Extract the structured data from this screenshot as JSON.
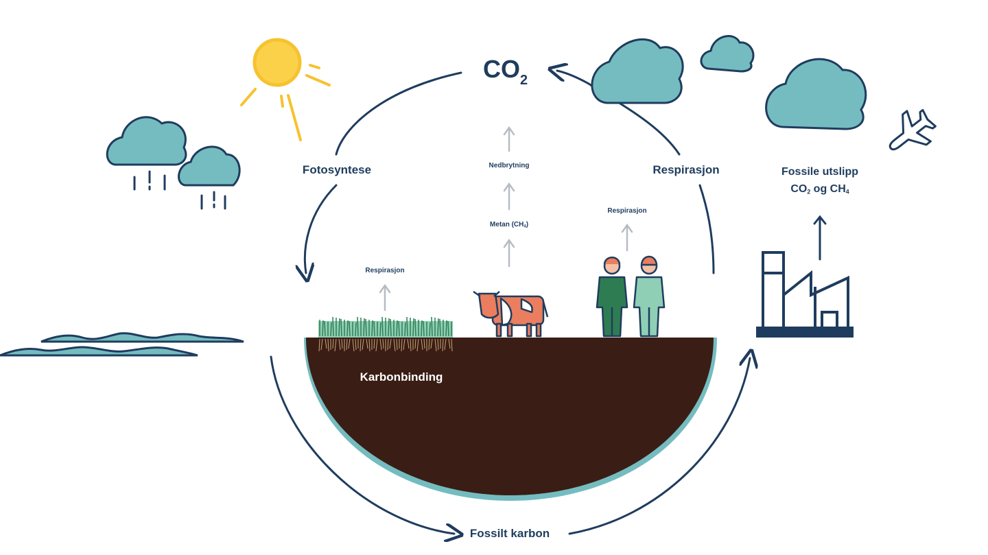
{
  "diagram": {
    "co2": {
      "main": "CO",
      "sub": "2"
    },
    "labels": {
      "photosynthesis": "Fotosyntese",
      "respiration_main": "Respirasjon",
      "decomposition": "Nedbrytning",
      "methane_main": "Metan (CH",
      "methane_sub": "4",
      "methane_close": ")",
      "respiration_people": "Respirasjon",
      "respiration_grass": "Respirasjon",
      "carbon_binding": "Karbonbinding",
      "fossil_carbon": "Fossilt karbon",
      "fossil_emissions_line1": "Fossile utslipp",
      "fossil_co2": "CO",
      "fossil_co2_sub": "2",
      "fossil_and": " og CH",
      "fossil_ch4_sub": "4"
    },
    "icons": [
      "sun-icon",
      "rain-cloud-icon",
      "cloud-icon",
      "airplane-icon",
      "factory-icon",
      "cow-icon",
      "farmer-icon",
      "wave-icon",
      "grass-icon"
    ],
    "colors": {
      "navy": "#1f3c5e",
      "teal": "#74bcc0",
      "sun": "#f6c22f",
      "soil": "#3a1d14",
      "cow": "#ea7e5e",
      "farmer_green": "#2e7d52",
      "farmer_mint": "#8fcfb5",
      "grey_arrow": "#b7bcc4"
    }
  }
}
